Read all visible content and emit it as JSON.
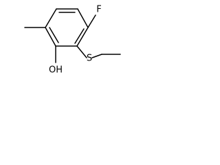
{
  "molecule": {
    "atoms": {
      "fluorine": "F",
      "sulfur": "S",
      "hydroxyl": "OH"
    }
  }
}
